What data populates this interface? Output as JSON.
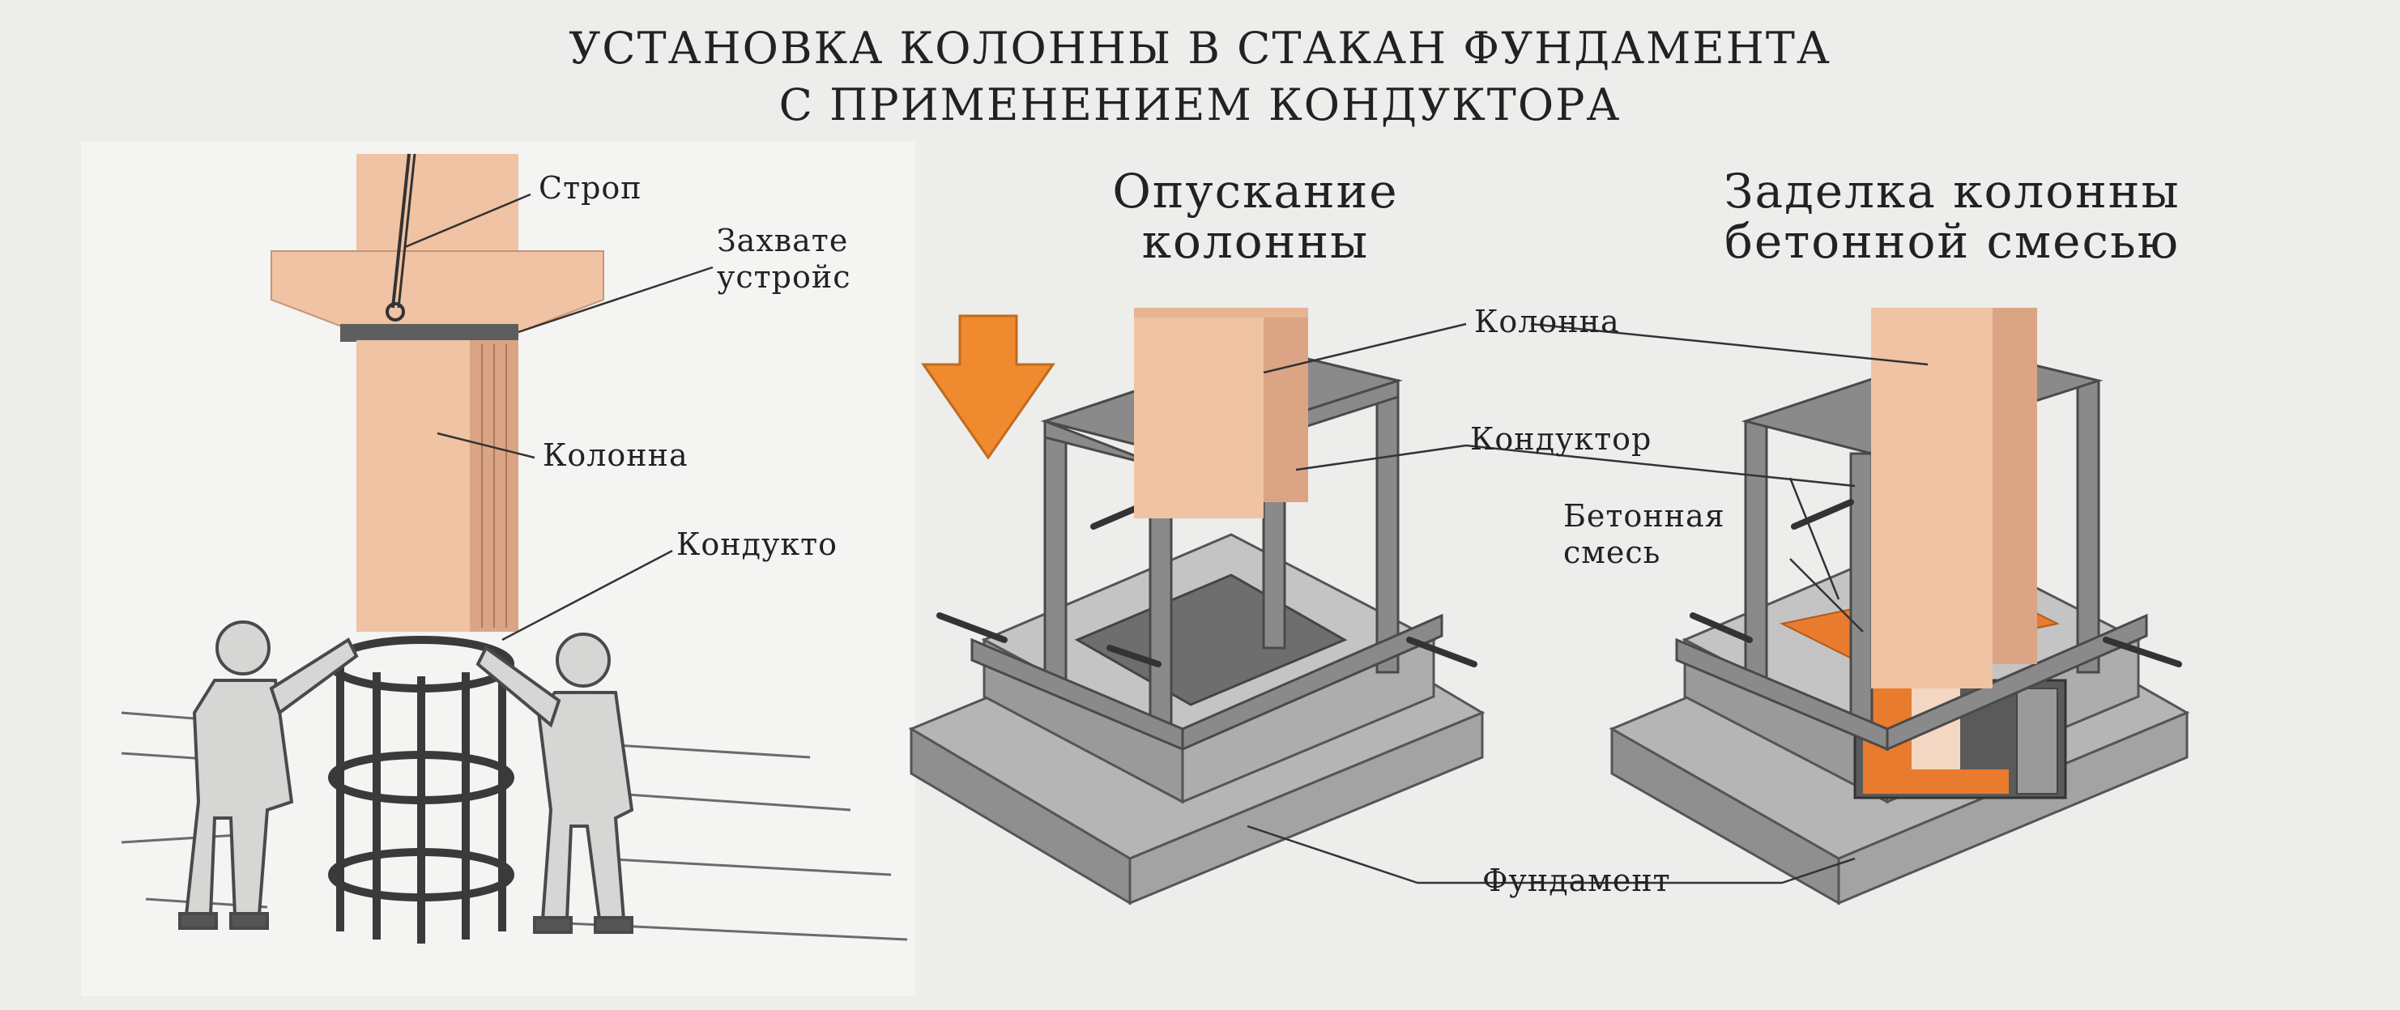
{
  "title": {
    "line1": "УСТАНОВКА КОЛОННЫ В СТАКАН ФУНДАМЕНТА",
    "line2": "С ПРИМЕНЕНИЕМ КОНДУКТОРА"
  },
  "left_panel": {
    "labels": {
      "sling": "Строп",
      "grip_1": "Захвате",
      "grip_2": "устройс",
      "column": "Колонна",
      "conductor": "Кондукто"
    }
  },
  "middle_panel": {
    "heading_1": "Опускание",
    "heading_2": "колонны",
    "labels": {
      "column": "Колонна",
      "conductor": "Кондуктор"
    }
  },
  "right_panel": {
    "heading_1": "Заделка колонны",
    "heading_2": "бетонной смесью",
    "labels": {
      "concrete_1": "Бетонная",
      "concrete_2": "смесь"
    }
  },
  "foundation_label": "Фундамент",
  "colors": {
    "background": "#ededeb",
    "column": "#efc3a3",
    "column_shade": "#dba585",
    "frame": "#8a8a8a",
    "frame_dark": "#5e5e5e",
    "slab": "#b5b5b5",
    "concrete": "#e87b2e",
    "arrow": "#ef8a2e"
  }
}
